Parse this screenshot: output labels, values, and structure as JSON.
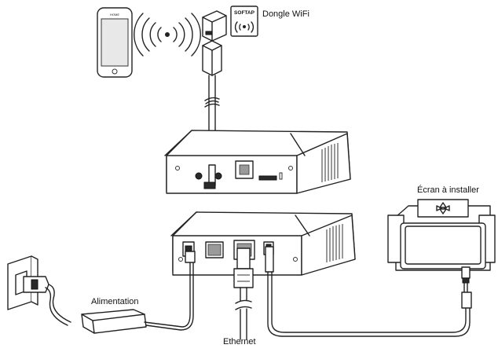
{
  "labels": {
    "dongle": "Dongle WiFi",
    "dongle_tag": "SOFTAP",
    "screen": "Écran à installer",
    "power": "Alimentation",
    "ethernet": "Ethernet",
    "phone_header": "HOME"
  },
  "icons": [
    "smartphone-icon",
    "wifi-signal-icon",
    "usb-dongle-icon",
    "softap-badge-icon",
    "power-outlet-icon",
    "power-adapter-icon",
    "ethernet-plug-icon",
    "tablet-screen-icon"
  ],
  "colors": {
    "line": "#222222",
    "background": "#ffffff",
    "dark_port": "#2a2a2a"
  }
}
